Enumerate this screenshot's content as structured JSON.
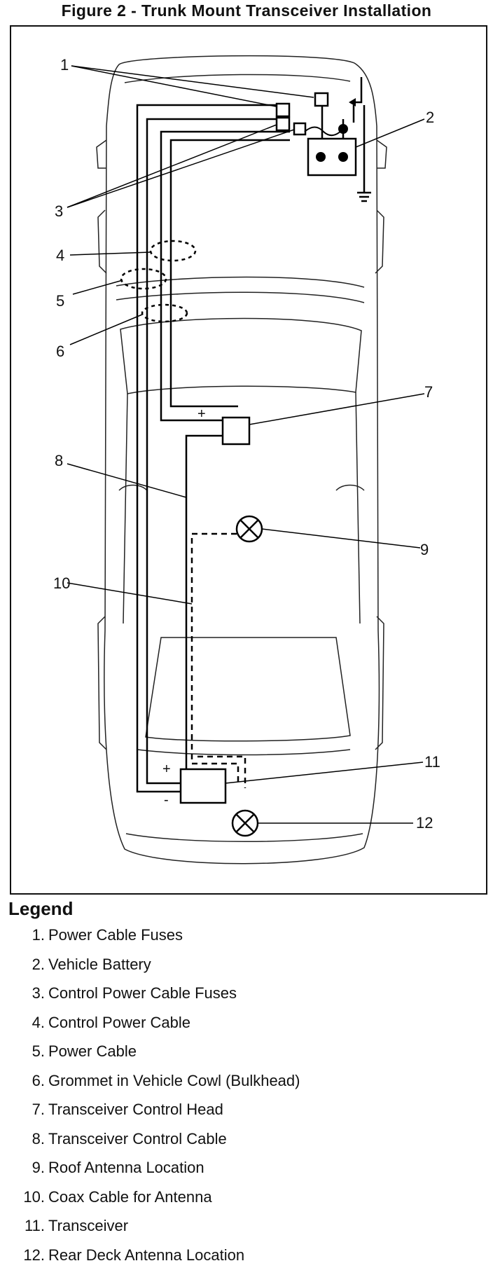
{
  "title": "Figure 2 - Trunk Mount Transceiver Installation",
  "callouts": [
    "1",
    "2",
    "3",
    "4",
    "5",
    "6",
    "7",
    "8",
    "9",
    "10",
    "11",
    "12"
  ],
  "polarity": {
    "plus": "+",
    "minus": "-"
  },
  "legend": {
    "heading": "Legend",
    "items": [
      {
        "num": "1.",
        "text": "Power Cable Fuses"
      },
      {
        "num": "2.",
        "text": "Vehicle Battery"
      },
      {
        "num": "3.",
        "text": "Control Power Cable Fuses"
      },
      {
        "num": "4.",
        "text": "Control Power Cable"
      },
      {
        "num": "5.",
        "text": "Power Cable"
      },
      {
        "num": "6.",
        "text": "Grommet in Vehicle Cowl (Bulkhead)"
      },
      {
        "num": "7.",
        "text": "Transceiver Control Head"
      },
      {
        "num": "8.",
        "text": "Transceiver Control Cable"
      },
      {
        "num": "9.",
        "text": "Roof Antenna Location"
      },
      {
        "num": "10.",
        "text": "Coax Cable for Antenna"
      },
      {
        "num": "11.",
        "text": "Transceiver"
      },
      {
        "num": "12.",
        "text": "Rear Deck Antenna Location"
      }
    ]
  }
}
